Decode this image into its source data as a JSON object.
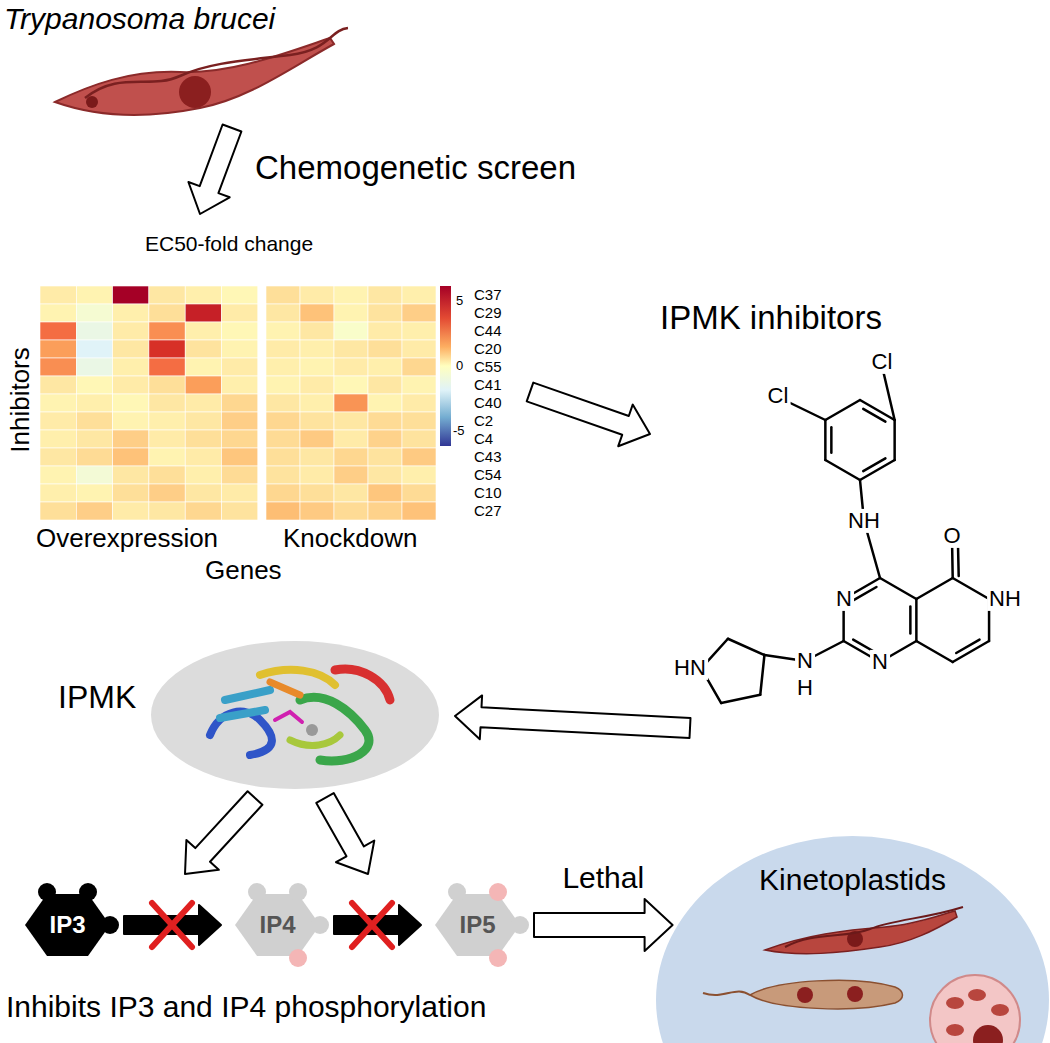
{
  "diagram": {
    "title": "Trypanosoma brucei",
    "nodes": [
      {
        "text": [
          "IPMK"
        ]
      },
      {
        "text": [
          "IP3"
        ]
      },
      {
        "text": [
          "IP4"
        ]
      },
      {
        "text": [
          "IP5"
        ]
      },
      {
        "text": [
          "Kinetoplastids"
        ]
      }
    ],
    "edges": [
      {
        "from": 1,
        "to": 2,
        "arrow": "to"
      },
      {
        "from": 2,
        "to": 3,
        "arrow": "to"
      },
      {
        "from": 3,
        "to": 4,
        "label": "Lethal",
        "arrow": "to"
      }
    ],
    "labels": [
      "Chemogenetic screen",
      "EC50-fold change",
      "C37",
      "C29",
      "C44",
      "C20",
      "C55",
      "C41",
      "C40",
      "C2",
      "C4",
      "C43",
      "C54",
      "C10",
      "C27",
      "5",
      "0",
      "-5",
      "Inhibitors",
      "Overexpression",
      "Knockdown",
      "Genes",
      "IPMK inhibitors",
      "Cl",
      "Cl",
      "NH",
      "O",
      "NH",
      "N",
      "N",
      "N",
      "H",
      "HN",
      "Inhibits IP3 and IP4 phosphorylation"
    ]
  }
}
